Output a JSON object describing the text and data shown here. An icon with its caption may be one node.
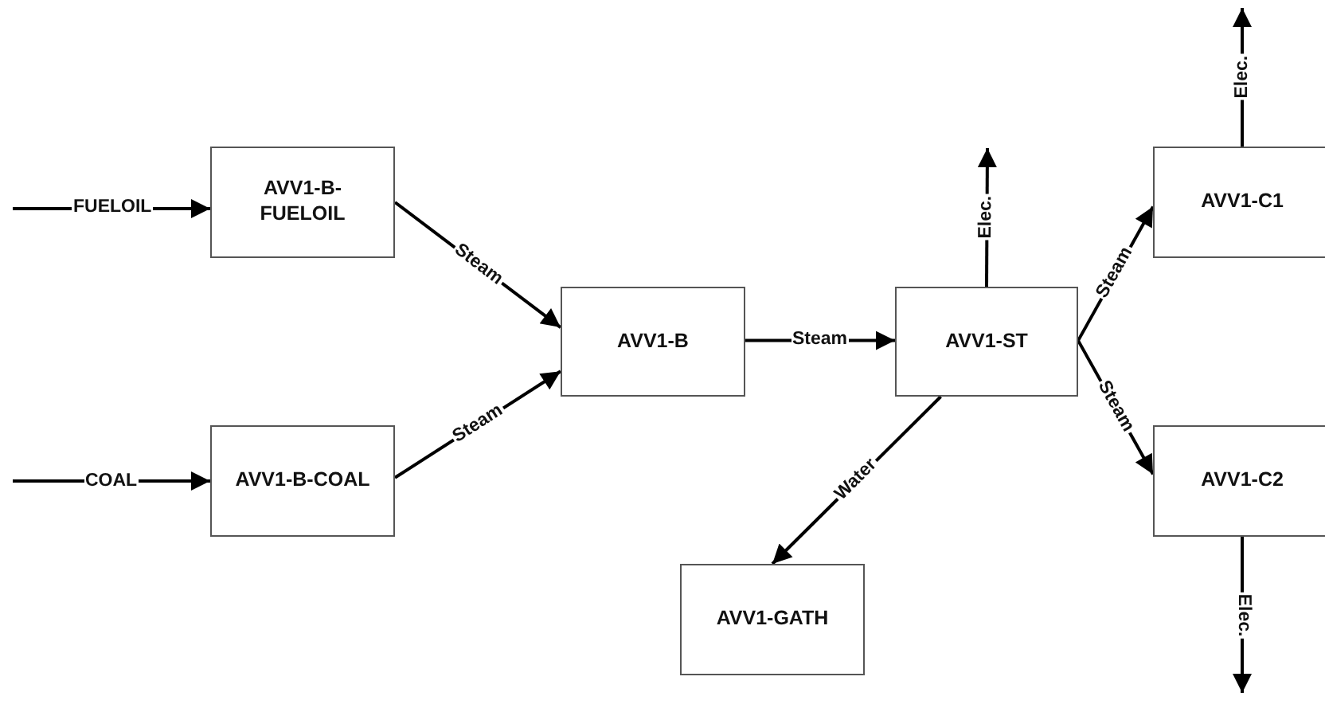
{
  "diagram": {
    "nodes": [
      {
        "text": [
          "AVV1-B-FUELOIL"
        ]
      },
      {
        "text": [
          "AVV1-B-COAL"
        ]
      },
      {
        "text": [
          "AVV1-B"
        ]
      },
      {
        "text": [
          "AVV1-ST"
        ]
      },
      {
        "text": [
          "AVV1-C1"
        ]
      },
      {
        "text": [
          "AVV1-C2"
        ]
      },
      {
        "text": [
          "AVV1-GATH"
        ]
      }
    ],
    "edges": [
      {
        "from": null,
        "to": 0,
        "arrow": "to",
        "label": "FUELOIL"
      },
      {
        "from": null,
        "to": 1,
        "arrow": "to",
        "label": "COAL"
      },
      {
        "from": 0,
        "to": 2,
        "arrow": "to",
        "label": "Steam"
      },
      {
        "from": 1,
        "to": 2,
        "arrow": "to",
        "label": "Steam"
      },
      {
        "from": 2,
        "to": 3,
        "arrow": "to",
        "label": "Steam"
      },
      {
        "from": 3,
        "to": null,
        "arrow": "to",
        "label": "Elec."
      },
      {
        "from": 3,
        "to": 4,
        "arrow": "to",
        "label": "Steam"
      },
      {
        "from": 3,
        "to": 5,
        "arrow": "to",
        "label": "Steam"
      },
      {
        "from": 3,
        "to": 6,
        "arrow": "to",
        "label": "Water"
      },
      {
        "from": 4,
        "to": null,
        "arrow": "to",
        "label": "Elec."
      },
      {
        "from": 5,
        "to": null,
        "arrow": "to",
        "label": "Elec."
      }
    ]
  }
}
